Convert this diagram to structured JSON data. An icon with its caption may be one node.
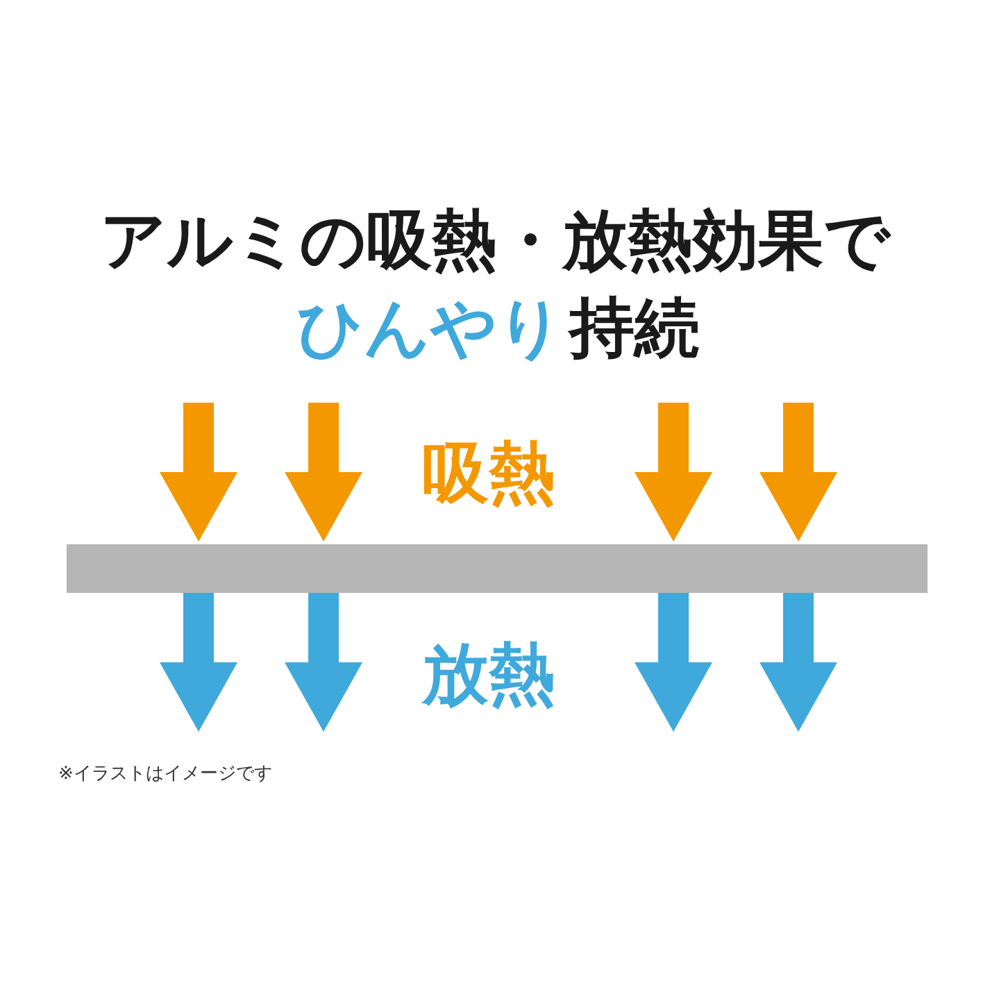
{
  "diagram": {
    "title": "アルミの吸熱・放熱効果で",
    "nodes": [
      {
        "text": [],
        "shape": "bar"
      }
    ],
    "labels": [
      "ひんやり",
      "持続",
      "吸熱",
      "放熱",
      "※イラストはイメージです"
    ]
  }
}
